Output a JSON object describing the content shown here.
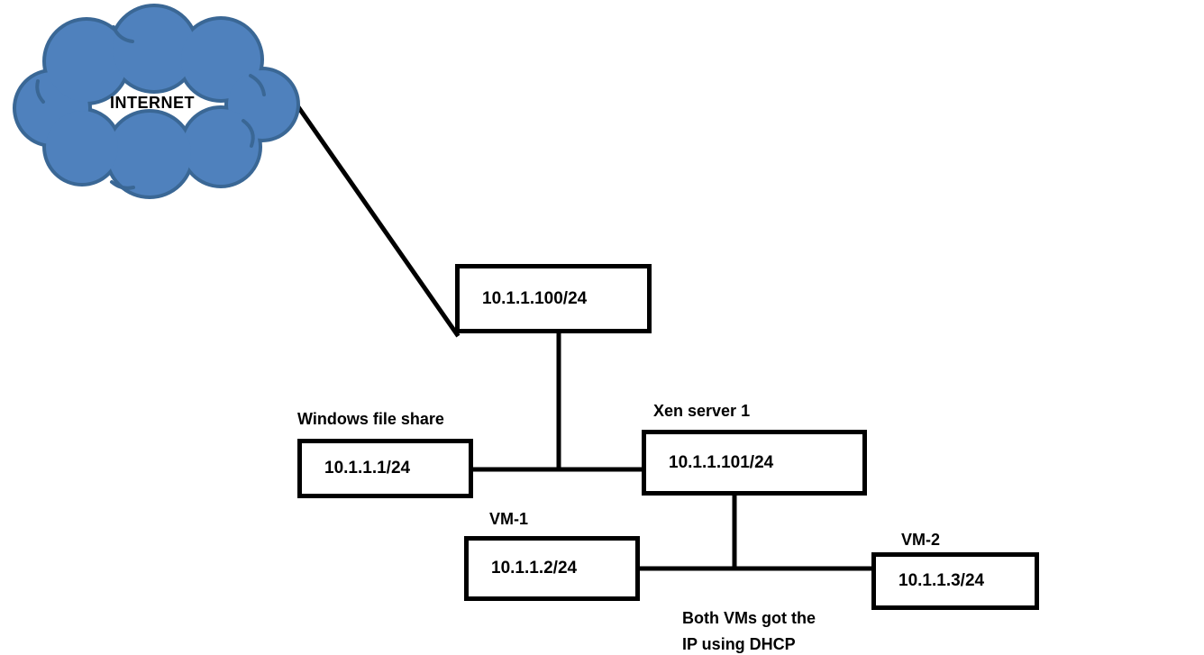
{
  "diagram": {
    "colors": {
      "background": "#ffffff",
      "line": "#000000",
      "box_border": "#000000",
      "text": "#000000",
      "cloud_fill": "#4f81bd",
      "cloud_stroke": "#3a6795"
    },
    "cloud": {
      "label": "INTERNET"
    },
    "nodes": {
      "gateway": {
        "ip": "10.1.1.100/24"
      },
      "file_share": {
        "label": "Windows file share",
        "ip": "10.1.1.1/24"
      },
      "xen_server": {
        "label": "Xen server 1",
        "ip": "10.1.1.101/24"
      },
      "vm1": {
        "label": "VM-1",
        "ip": "10.1.1.2/24"
      },
      "vm2": {
        "label": "VM-2",
        "ip": "10.1.1.3/24"
      }
    },
    "note": {
      "line1": "Both VMs got the",
      "line2": "IP using DHCP"
    }
  }
}
